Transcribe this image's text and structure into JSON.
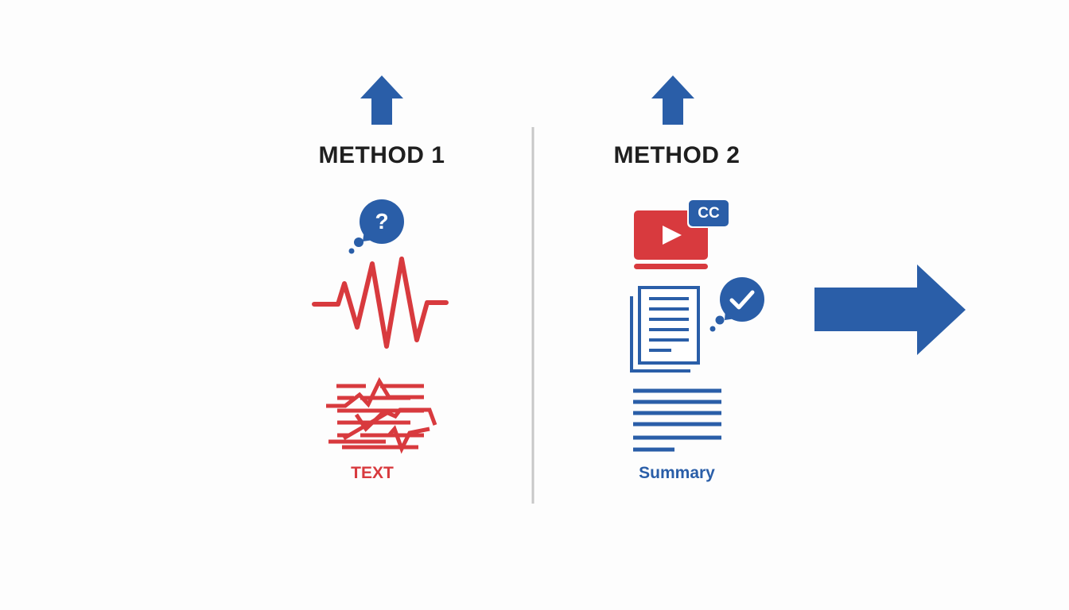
{
  "colors": {
    "background": "#fdfdfd",
    "accent_blue": "#2a5ea8",
    "accent_red": "#d83a3e",
    "title_text": "#1f1f1f",
    "divider": "#c8c8c8"
  },
  "method1": {
    "title": "METHOD 1",
    "arrow_icon": "arrow-up-icon",
    "question_icon": "question-bubble-icon",
    "question_glyph": "?",
    "waveform_icon": "audio-waveform-icon",
    "garbled_text_icon": "garbled-text-icon",
    "caption": "TEXT"
  },
  "method2": {
    "title": "METHOD 2",
    "arrow_icon": "arrow-up-icon",
    "video_icon": "video-play-icon",
    "cc_badge": "CC",
    "document_icon": "document-stack-icon",
    "check_icon": "check-bubble-icon",
    "summary_icon": "summary-lines-icon",
    "caption": "Summary"
  },
  "divider": "vertical-divider",
  "result_arrow": "arrow-right-icon"
}
